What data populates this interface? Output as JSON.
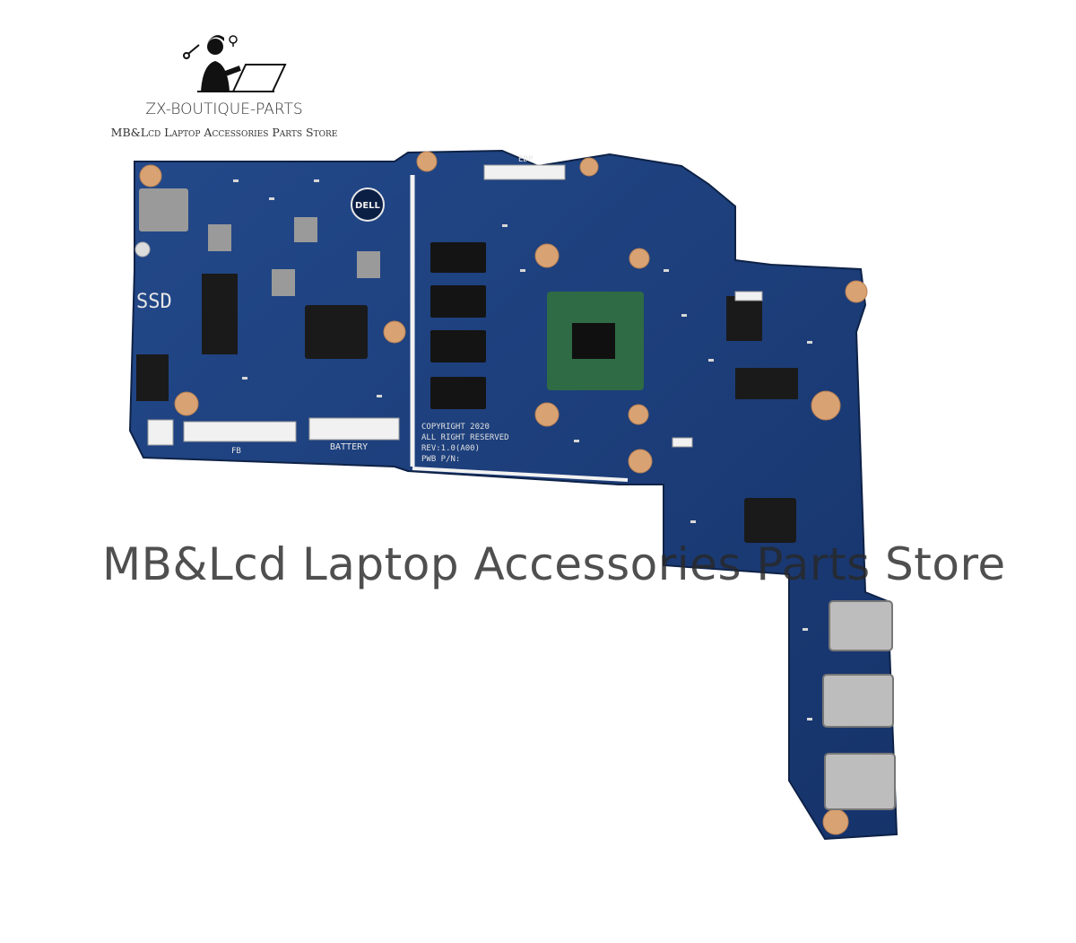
{
  "brand": {
    "name": "ZX-BOUTIQUE-PARTS",
    "tagline": "MB&Lcd Laptop Accessories Parts Store"
  },
  "watermark": "MB&Lcd Laptop Accessories Parts Store",
  "board": {
    "silk_ssd": "SSD",
    "silk_battery": "BATTERY",
    "silk_fb": "FB",
    "silk_edp": "EDP",
    "copyright_lines": [
      "COPYRIGHT 2020",
      "ALL RIGHT RESERVED",
      "REV:1.0(A00)",
      "PWB P/N:"
    ],
    "logo_text": "DELL",
    "colors": {
      "pcb": "#1d3f78",
      "pcb_dark": "#142f5e",
      "copper": "#d9a273",
      "chip": "#1a1a1a",
      "cpu_substrate": "#3f7a4a"
    }
  }
}
